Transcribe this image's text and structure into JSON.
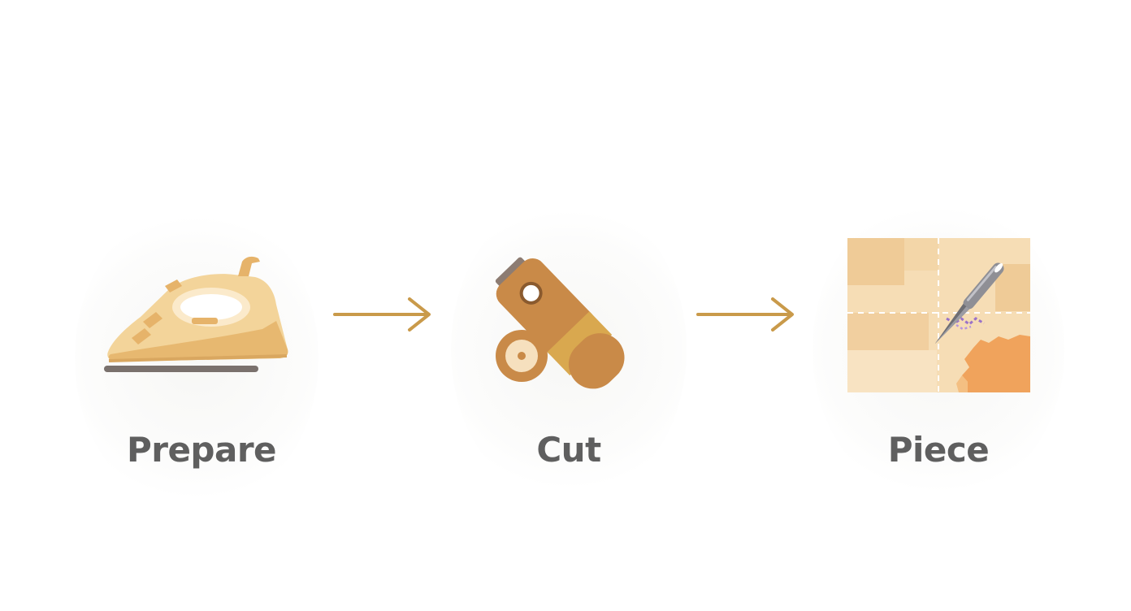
{
  "steps": [
    {
      "label": "Prepare",
      "icon": "iron-icon"
    },
    {
      "label": "Cut",
      "icon": "rotary-cutter-icon"
    },
    {
      "label": "Piece",
      "icon": "patchwork-needle-icon"
    }
  ],
  "colors": {
    "label_text": "#5f5f5f",
    "arrow": "#c99a4a",
    "iron_body": "#f2cf90",
    "cutter_handle": "#c98a48",
    "fabric_light": "#f6ddb5",
    "fabric_accent": "#f0a35c",
    "thread": "#9a72c8"
  }
}
